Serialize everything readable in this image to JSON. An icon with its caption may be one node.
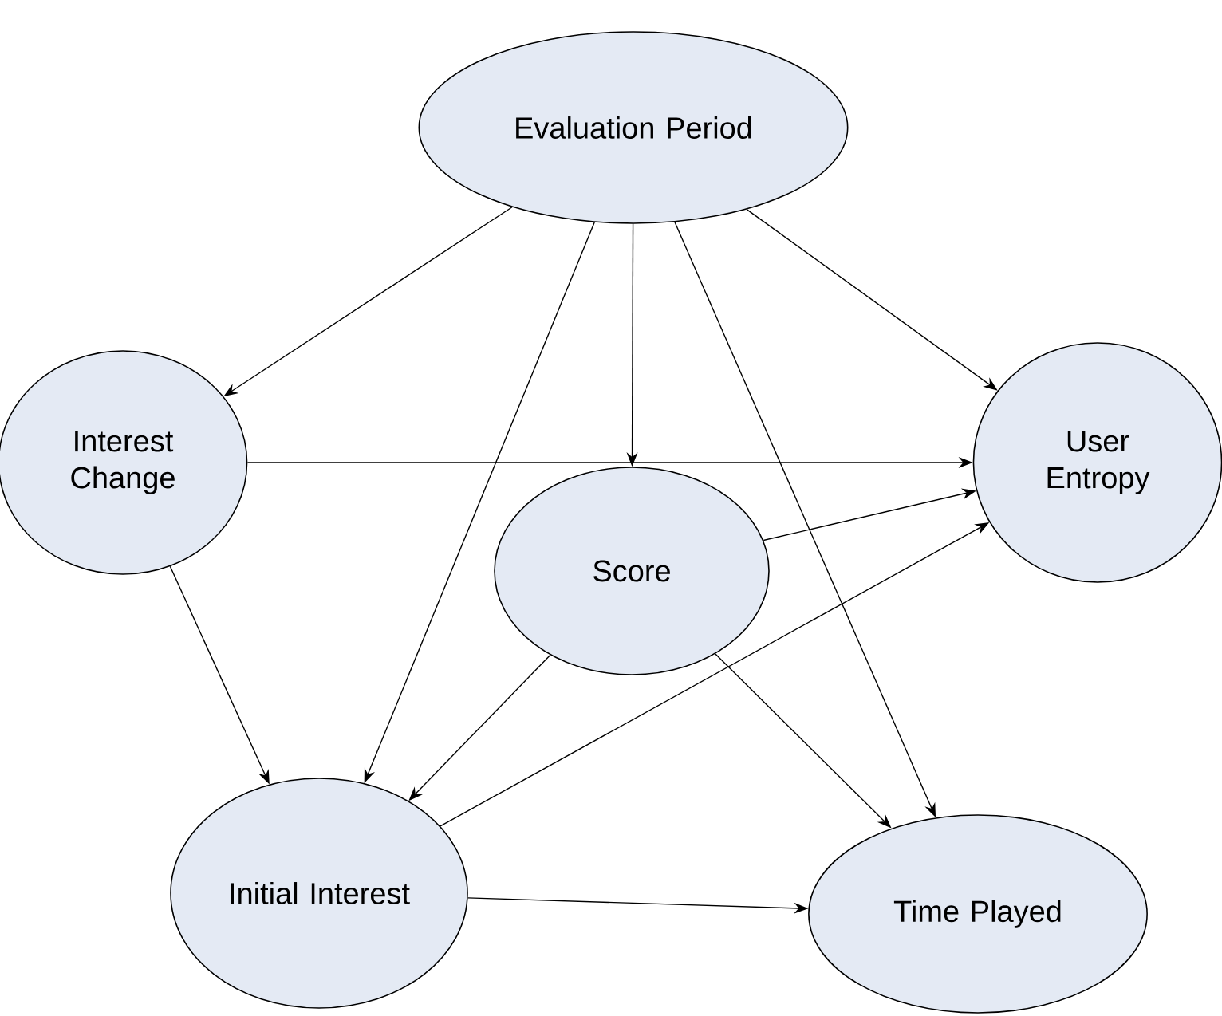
{
  "diagram": {
    "nodes": [
      {
        "text": [
          "Evaluation Period"
        ]
      },
      {
        "text": [
          "Interest Change"
        ]
      },
      {
        "text": [
          "User Entropy"
        ]
      },
      {
        "text": [
          "Score"
        ]
      },
      {
        "text": [
          "Initial Interest"
        ]
      },
      {
        "text": [
          "Time Played"
        ]
      }
    ],
    "edges": [
      {
        "from": 0,
        "to": 1,
        "arrow": "to"
      },
      {
        "from": 0,
        "to": 4,
        "arrow": "to"
      },
      {
        "from": 0,
        "to": 3,
        "arrow": "to"
      },
      {
        "from": 0,
        "to": 5,
        "arrow": "to"
      },
      {
        "from": 0,
        "to": 2,
        "arrow": "to"
      },
      {
        "from": 1,
        "to": 2,
        "arrow": "to"
      },
      {
        "from": 1,
        "to": 4,
        "arrow": "to"
      },
      {
        "from": 3,
        "to": 2,
        "arrow": "to"
      },
      {
        "from": 3,
        "to": 4,
        "arrow": "to"
      },
      {
        "from": 3,
        "to": 5,
        "arrow": "to"
      },
      {
        "from": 4,
        "to": 2,
        "arrow": "to"
      },
      {
        "from": 4,
        "to": 5,
        "arrow": "to"
      }
    ]
  }
}
